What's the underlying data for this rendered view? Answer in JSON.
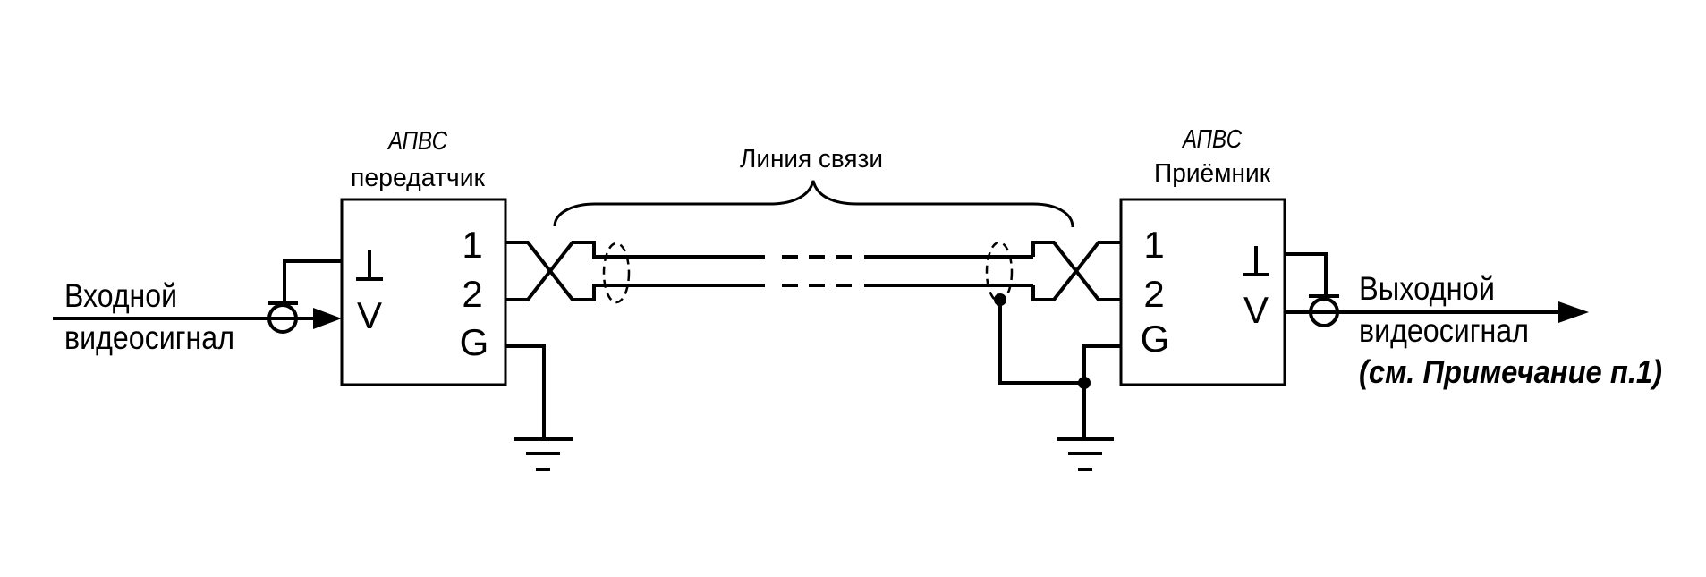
{
  "transmitter": {
    "title": "АПВС",
    "subtitle": "передатчик",
    "pins": [
      "1",
      "2",
      "G"
    ],
    "current_symbol": "I",
    "voltage_symbol": "V"
  },
  "receiver": {
    "title": "АПВС",
    "subtitle": "Приёмник",
    "pins": [
      "1",
      "2",
      "G"
    ],
    "current_symbol": "I",
    "voltage_symbol": "V"
  },
  "line": {
    "label": "Линия связи"
  },
  "input": {
    "line1": "Входной",
    "line2": "видеосигнал"
  },
  "output": {
    "line1": "Выходной",
    "line2": "видеосигнал",
    "note": "(см. Примечание п.1)"
  },
  "icons": {
    "ground": "ground-icon",
    "connector": "bnc-connector-icon",
    "junction": "junction-dot-icon",
    "shield": "cable-shield-icon",
    "twist": "twisted-pair-icon"
  }
}
